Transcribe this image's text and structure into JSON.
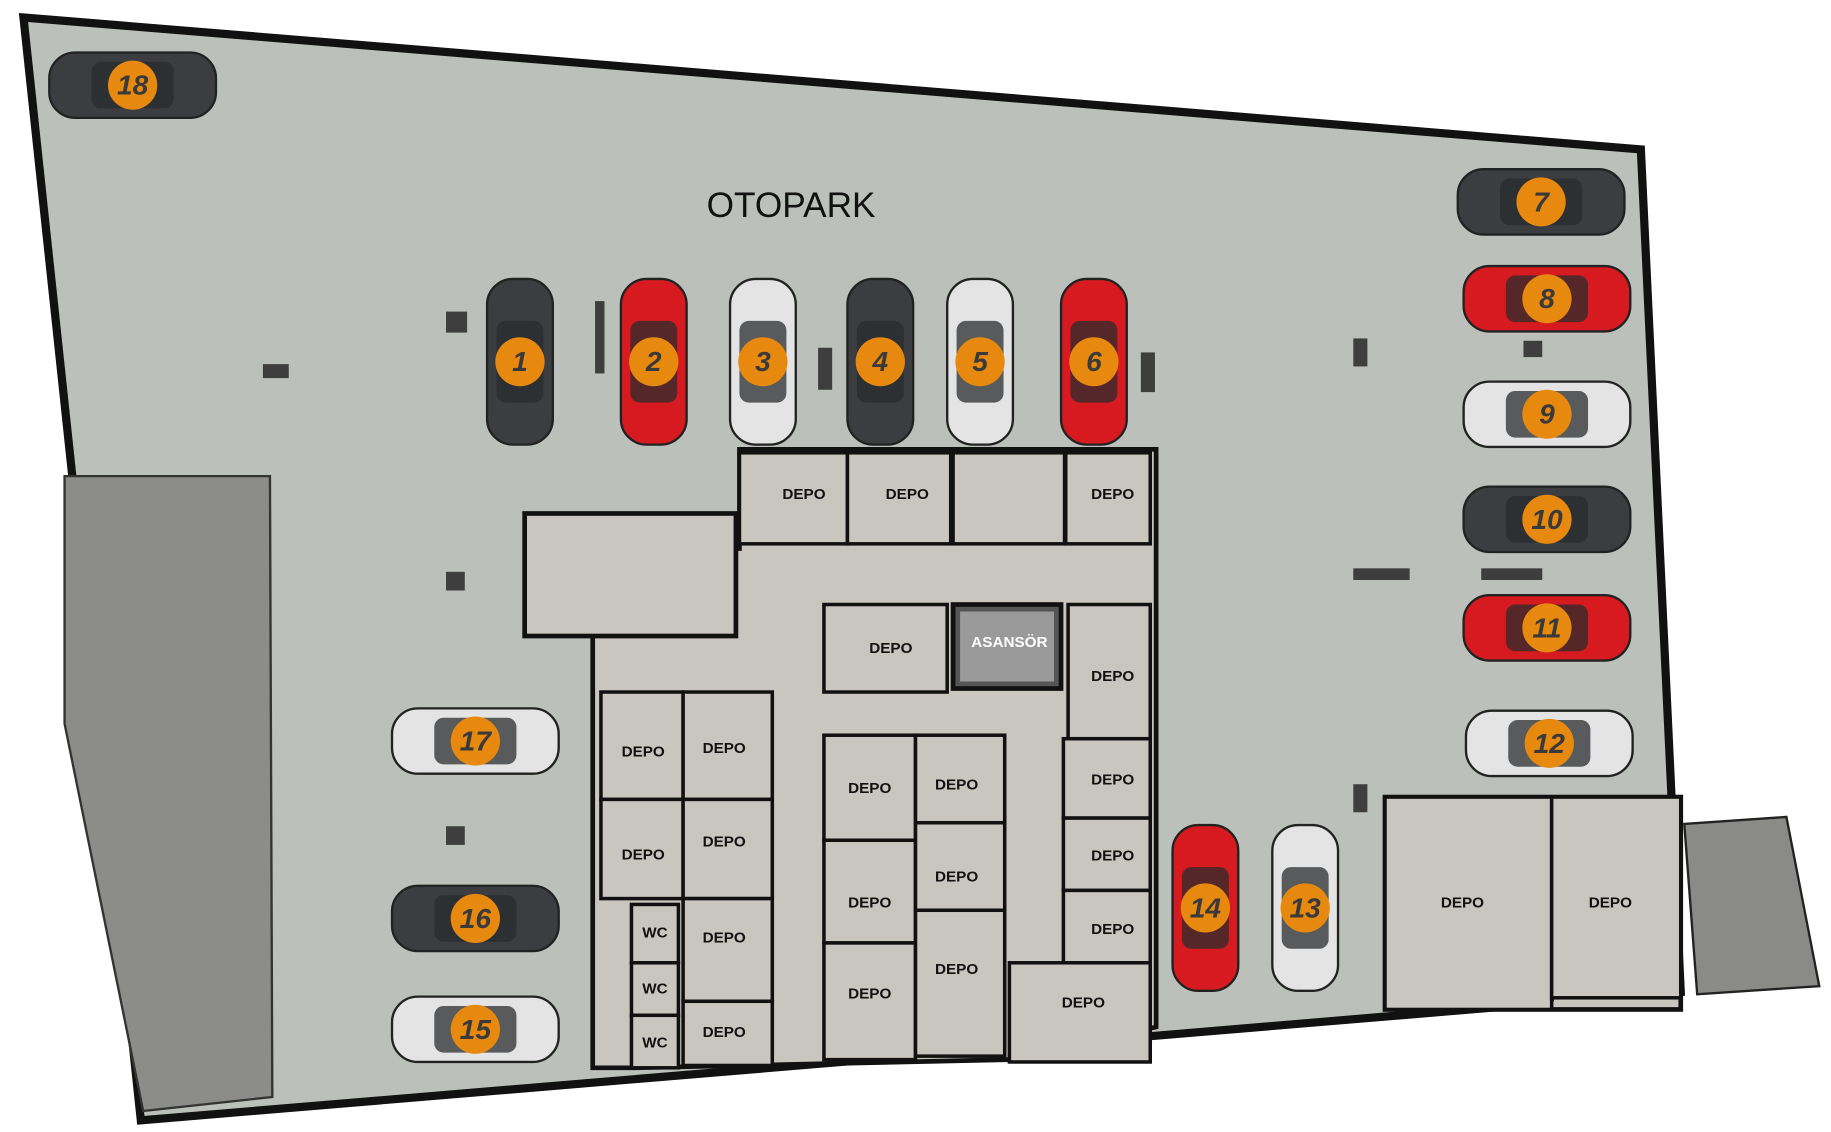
{
  "plan": {
    "title": "OTOPARK",
    "colors": {
      "floor": "#bcc0ba",
      "wall": "#111111",
      "room": "#c9c5bf",
      "ramp": "#8a8a88",
      "badge": "#e8890f",
      "car_dark": "#3b3d40",
      "car_red": "#d71a1f",
      "car_white": "#e4e4e4"
    },
    "elevator_label": "ASANSÖR",
    "rooms": [
      {
        "label": "DEPO"
      },
      {
        "label": "DEPO"
      },
      {
        "label": "DEPO"
      },
      {
        "label": "DEPO"
      },
      {
        "label": "DEPO"
      },
      {
        "label": "DEPO"
      },
      {
        "label": "DEPO"
      },
      {
        "label": "DEPO"
      },
      {
        "label": "DEPO"
      },
      {
        "label": "DEPO"
      },
      {
        "label": "DEPO"
      },
      {
        "label": "DEPO"
      },
      {
        "label": "DEPO"
      },
      {
        "label": "DEPO"
      },
      {
        "label": "DEPO"
      },
      {
        "label": "DEPO"
      },
      {
        "label": "DEPO"
      },
      {
        "label": "DEPO"
      },
      {
        "label": "DEPO"
      },
      {
        "label": "DEPO"
      },
      {
        "label": "DEPO"
      },
      {
        "label": "WC"
      },
      {
        "label": "WC"
      },
      {
        "label": "WC"
      },
      {
        "label": "DEPO"
      },
      {
        "label": "DEPO"
      }
    ],
    "cars": [
      {
        "number": "1",
        "color": "dark"
      },
      {
        "number": "2",
        "color": "red"
      },
      {
        "number": "3",
        "color": "white"
      },
      {
        "number": "4",
        "color": "dark"
      },
      {
        "number": "5",
        "color": "white"
      },
      {
        "number": "6",
        "color": "red"
      },
      {
        "number": "7",
        "color": "dark"
      },
      {
        "number": "8",
        "color": "red"
      },
      {
        "number": "9",
        "color": "white"
      },
      {
        "number": "10",
        "color": "dark"
      },
      {
        "number": "11",
        "color": "red"
      },
      {
        "number": "12",
        "color": "white"
      },
      {
        "number": "13",
        "color": "white"
      },
      {
        "number": "14",
        "color": "red"
      },
      {
        "number": "15",
        "color": "white"
      },
      {
        "number": "16",
        "color": "dark"
      },
      {
        "number": "17",
        "color": "white"
      },
      {
        "number": "18",
        "color": "dark"
      }
    ]
  }
}
